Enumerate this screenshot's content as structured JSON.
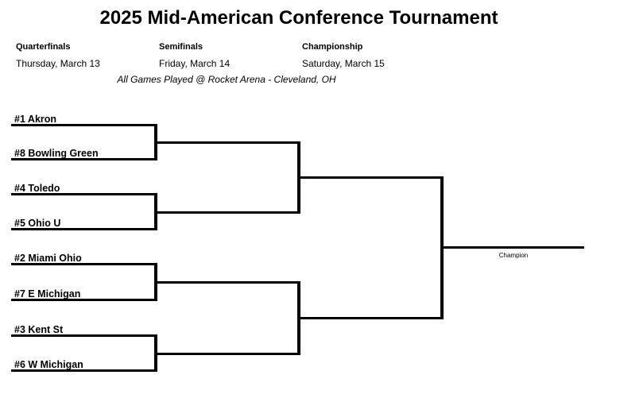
{
  "title": "2025 Mid-American Conference Tournament",
  "rounds": [
    {
      "label": "Quarterfinals",
      "date": "Thursday, March 13"
    },
    {
      "label": "Semifinals",
      "date": "Friday, March 14"
    },
    {
      "label": "Championship",
      "date": "Saturday, March 15"
    }
  ],
  "venue_note": "All Games Played @ Rocket Arena - Cleveland, OH",
  "bracket": {
    "teams": [
      {
        "label": "#1 Akron"
      },
      {
        "label": "#8 Bowling Green"
      },
      {
        "label": "#4 Toledo"
      },
      {
        "label": "#5 Ohio U"
      },
      {
        "label": "#2 Miami Ohio"
      },
      {
        "label": "#7 E Michigan"
      },
      {
        "label": "#3 Kent St"
      },
      {
        "label": "#6 W Michigan"
      }
    ],
    "champion_label": "Champion"
  },
  "colors": {
    "line": "#000000",
    "text": "#000000",
    "background": "#ffffff"
  }
}
